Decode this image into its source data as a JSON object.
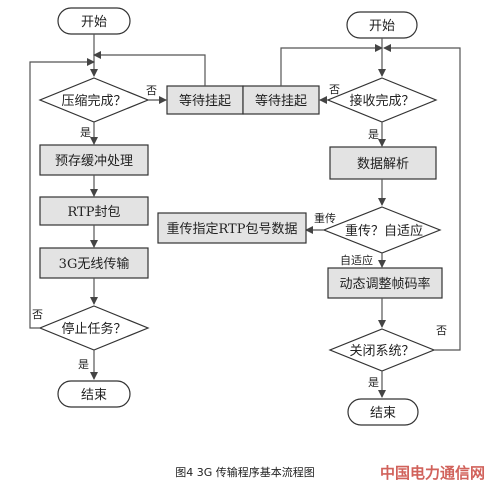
{
  "left_flow": {
    "start": "开始",
    "compress_decision": "压缩完成？",
    "compress_no": "否",
    "compress_yes": "是",
    "pre_buffer": "预存缓冲处理",
    "rtp_pack": "RTP封包",
    "wireless": "3G无线传输",
    "stop_decision": "停止任务？",
    "stop_no": "否",
    "stop_yes": "是",
    "end": "结束"
  },
  "center": {
    "wait_left": "等待挂起",
    "wait_right": "等待挂起"
  },
  "right_flow": {
    "start": "开始",
    "receive_decision": "接收完成？",
    "receive_no": "否",
    "receive_yes": "是",
    "parse": "数据解析",
    "retransmit_decision": "重传？自适应",
    "retransmit_label": "重传",
    "retransmit_box": "重传指定RTP包号数据",
    "adaptive_label": "自适应",
    "adjust_rate": "动态调整帧码率",
    "close_decision": "关闭系统？",
    "close_no": "否",
    "close_yes": "是",
    "end": "结束"
  },
  "caption": "图4 3G 传输程序基本流程图",
  "watermark": "中国电力通信网"
}
